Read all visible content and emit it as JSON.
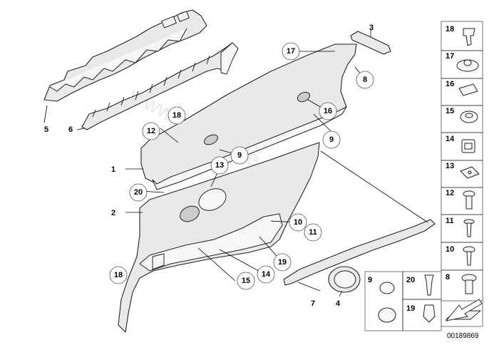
{
  "callouts_plain": [
    {
      "id": "c1",
      "text": "1"
    },
    {
      "id": "c2",
      "text": "2"
    },
    {
      "id": "c3",
      "text": "3"
    },
    {
      "id": "c4",
      "text": "4"
    },
    {
      "id": "c5",
      "text": "5"
    },
    {
      "id": "c6",
      "text": "6"
    },
    {
      "id": "c7",
      "text": "7"
    }
  ],
  "callouts_circled": [
    {
      "id": "k17",
      "text": "17"
    },
    {
      "id": "k8",
      "text": "8"
    },
    {
      "id": "k18a",
      "text": "18"
    },
    {
      "id": "k12",
      "text": "12"
    },
    {
      "id": "k16",
      "text": "16"
    },
    {
      "id": "k9a",
      "text": "9"
    },
    {
      "id": "k9b",
      "text": "9"
    },
    {
      "id": "k13",
      "text": "13"
    },
    {
      "id": "k20",
      "text": "20"
    },
    {
      "id": "k10",
      "text": "10"
    },
    {
      "id": "k11",
      "text": "11"
    },
    {
      "id": "k19",
      "text": "19"
    },
    {
      "id": "k18b",
      "text": "18"
    },
    {
      "id": "k15",
      "text": "15"
    },
    {
      "id": "k14",
      "text": "14"
    }
  ],
  "parts_column": [
    "18",
    "17",
    "16",
    "15",
    "14",
    "13",
    "12",
    "11",
    "10",
    "8"
  ],
  "parts_bottom": [
    "9",
    "20",
    "19"
  ],
  "watermark": "www.bmwstore.pl",
  "diagram_number": "00189869"
}
